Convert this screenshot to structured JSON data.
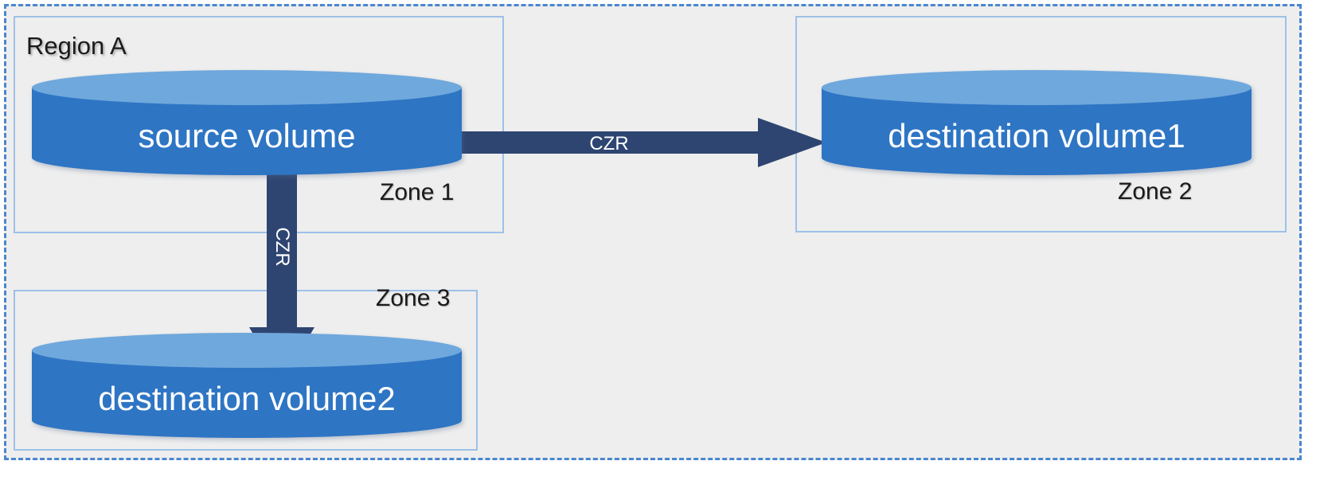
{
  "diagram": {
    "region_label": "Region A",
    "background_color": "#eeeeee",
    "frame_border_color": "#4a86d0",
    "zone_border_color": "#9dc1e8",
    "cylinder_body_color": "#2e75c4",
    "cylinder_top_color": "#6fa8dc",
    "arrow_color": "#2e4572",
    "zones": [
      {
        "label": "Zone 1"
      },
      {
        "label": "Zone 2"
      },
      {
        "label": "Zone 3"
      }
    ],
    "volumes": [
      {
        "name": "source-volume",
        "label": "source volume"
      },
      {
        "name": "destination-volume-1",
        "label": "destination volume1"
      },
      {
        "name": "destination-volume-2",
        "label": "destination volume2"
      }
    ],
    "arrows": [
      {
        "name": "czr-horizontal",
        "label": "CZR",
        "direction": "right",
        "from": "source volume",
        "to": "destination volume1"
      },
      {
        "name": "czr-vertical",
        "label": "CZR",
        "direction": "down",
        "from": "source volume",
        "to": "destination volume2"
      }
    ]
  }
}
